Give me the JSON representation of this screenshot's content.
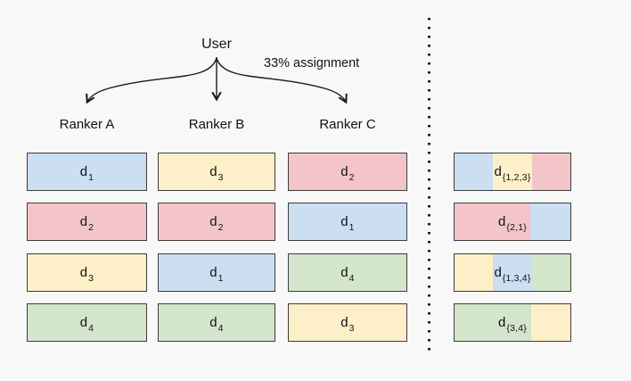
{
  "user_label": "User",
  "assignment_label": "33% assignment",
  "doc_base": "d",
  "doc_colors": {
    "1": "#cbdef2",
    "2": "#f3c5c9",
    "3": "#fdefc8",
    "4": "#d3e5cb"
  },
  "arrow_color": "#1a1a1a",
  "divider_color": "#1c1c1c",
  "background_color": "#f8f8f8",
  "rankers": [
    {
      "name": "Ranker A",
      "docs": [
        "1",
        "2",
        "3",
        "4"
      ]
    },
    {
      "name": "Ranker B",
      "docs": [
        "3",
        "2",
        "1",
        "4"
      ]
    },
    {
      "name": "Ranker C",
      "docs": [
        "2",
        "1",
        "4",
        "3"
      ]
    }
  ],
  "interleaved": [
    {
      "sub": "{1,2,3}",
      "segments": [
        {
          "doc": "1",
          "pct": 33.3
        },
        {
          "doc": "3",
          "pct": 33.3
        },
        {
          "doc": "2",
          "pct": 33.4
        }
      ]
    },
    {
      "sub": "{2,1}",
      "segments": [
        {
          "doc": "2",
          "pct": 65
        },
        {
          "doc": "1",
          "pct": 35
        }
      ]
    },
    {
      "sub": "{1,3,4}",
      "segments": [
        {
          "doc": "3",
          "pct": 33.3
        },
        {
          "doc": "1",
          "pct": 33.3
        },
        {
          "doc": "4",
          "pct": 33.4
        }
      ]
    },
    {
      "sub": "{3,4}",
      "segments": [
        {
          "doc": "4",
          "pct": 66
        },
        {
          "doc": "3",
          "pct": 34
        }
      ]
    }
  ]
}
